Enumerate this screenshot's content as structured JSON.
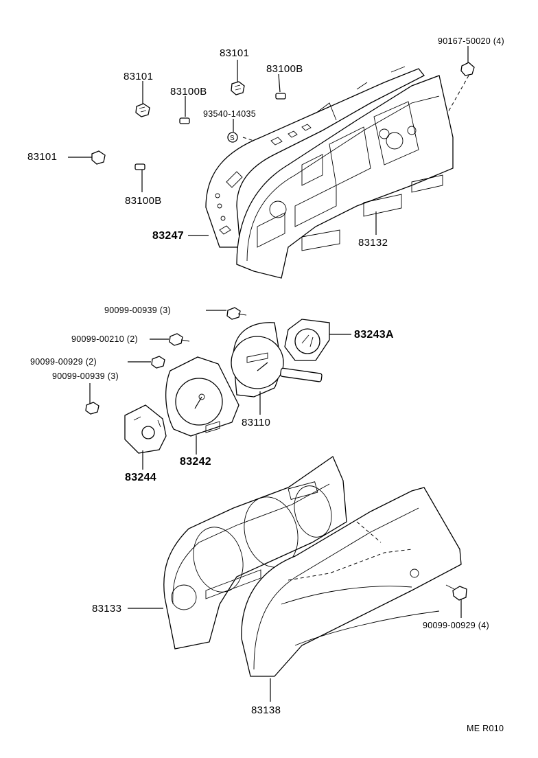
{
  "labels": {
    "p83101_a": "83101",
    "p83101_b": "83101",
    "p83101_c": "83101",
    "p83100b_a": "83100B",
    "p83100b_b": "83100B",
    "p83100b_c": "83100B",
    "p93540": "93540-14035",
    "p90167": "90167-50020 (4)",
    "p83247": "83247",
    "p83132": "83132",
    "p90099_939_a": "90099-00939 (3)",
    "p90099_210": "90099-00210 (2)",
    "p90099_929_a": "90099-00929 (2)",
    "p90099_939_b": "90099-00939 (3)",
    "p83243a": "83243A",
    "p83110": "83110",
    "p83242": "83242",
    "p83244": "83244",
    "p83133": "83133",
    "p90099_929_b": "90099-00929 (4)",
    "p83138": "83138",
    "code": "ME  R010"
  }
}
